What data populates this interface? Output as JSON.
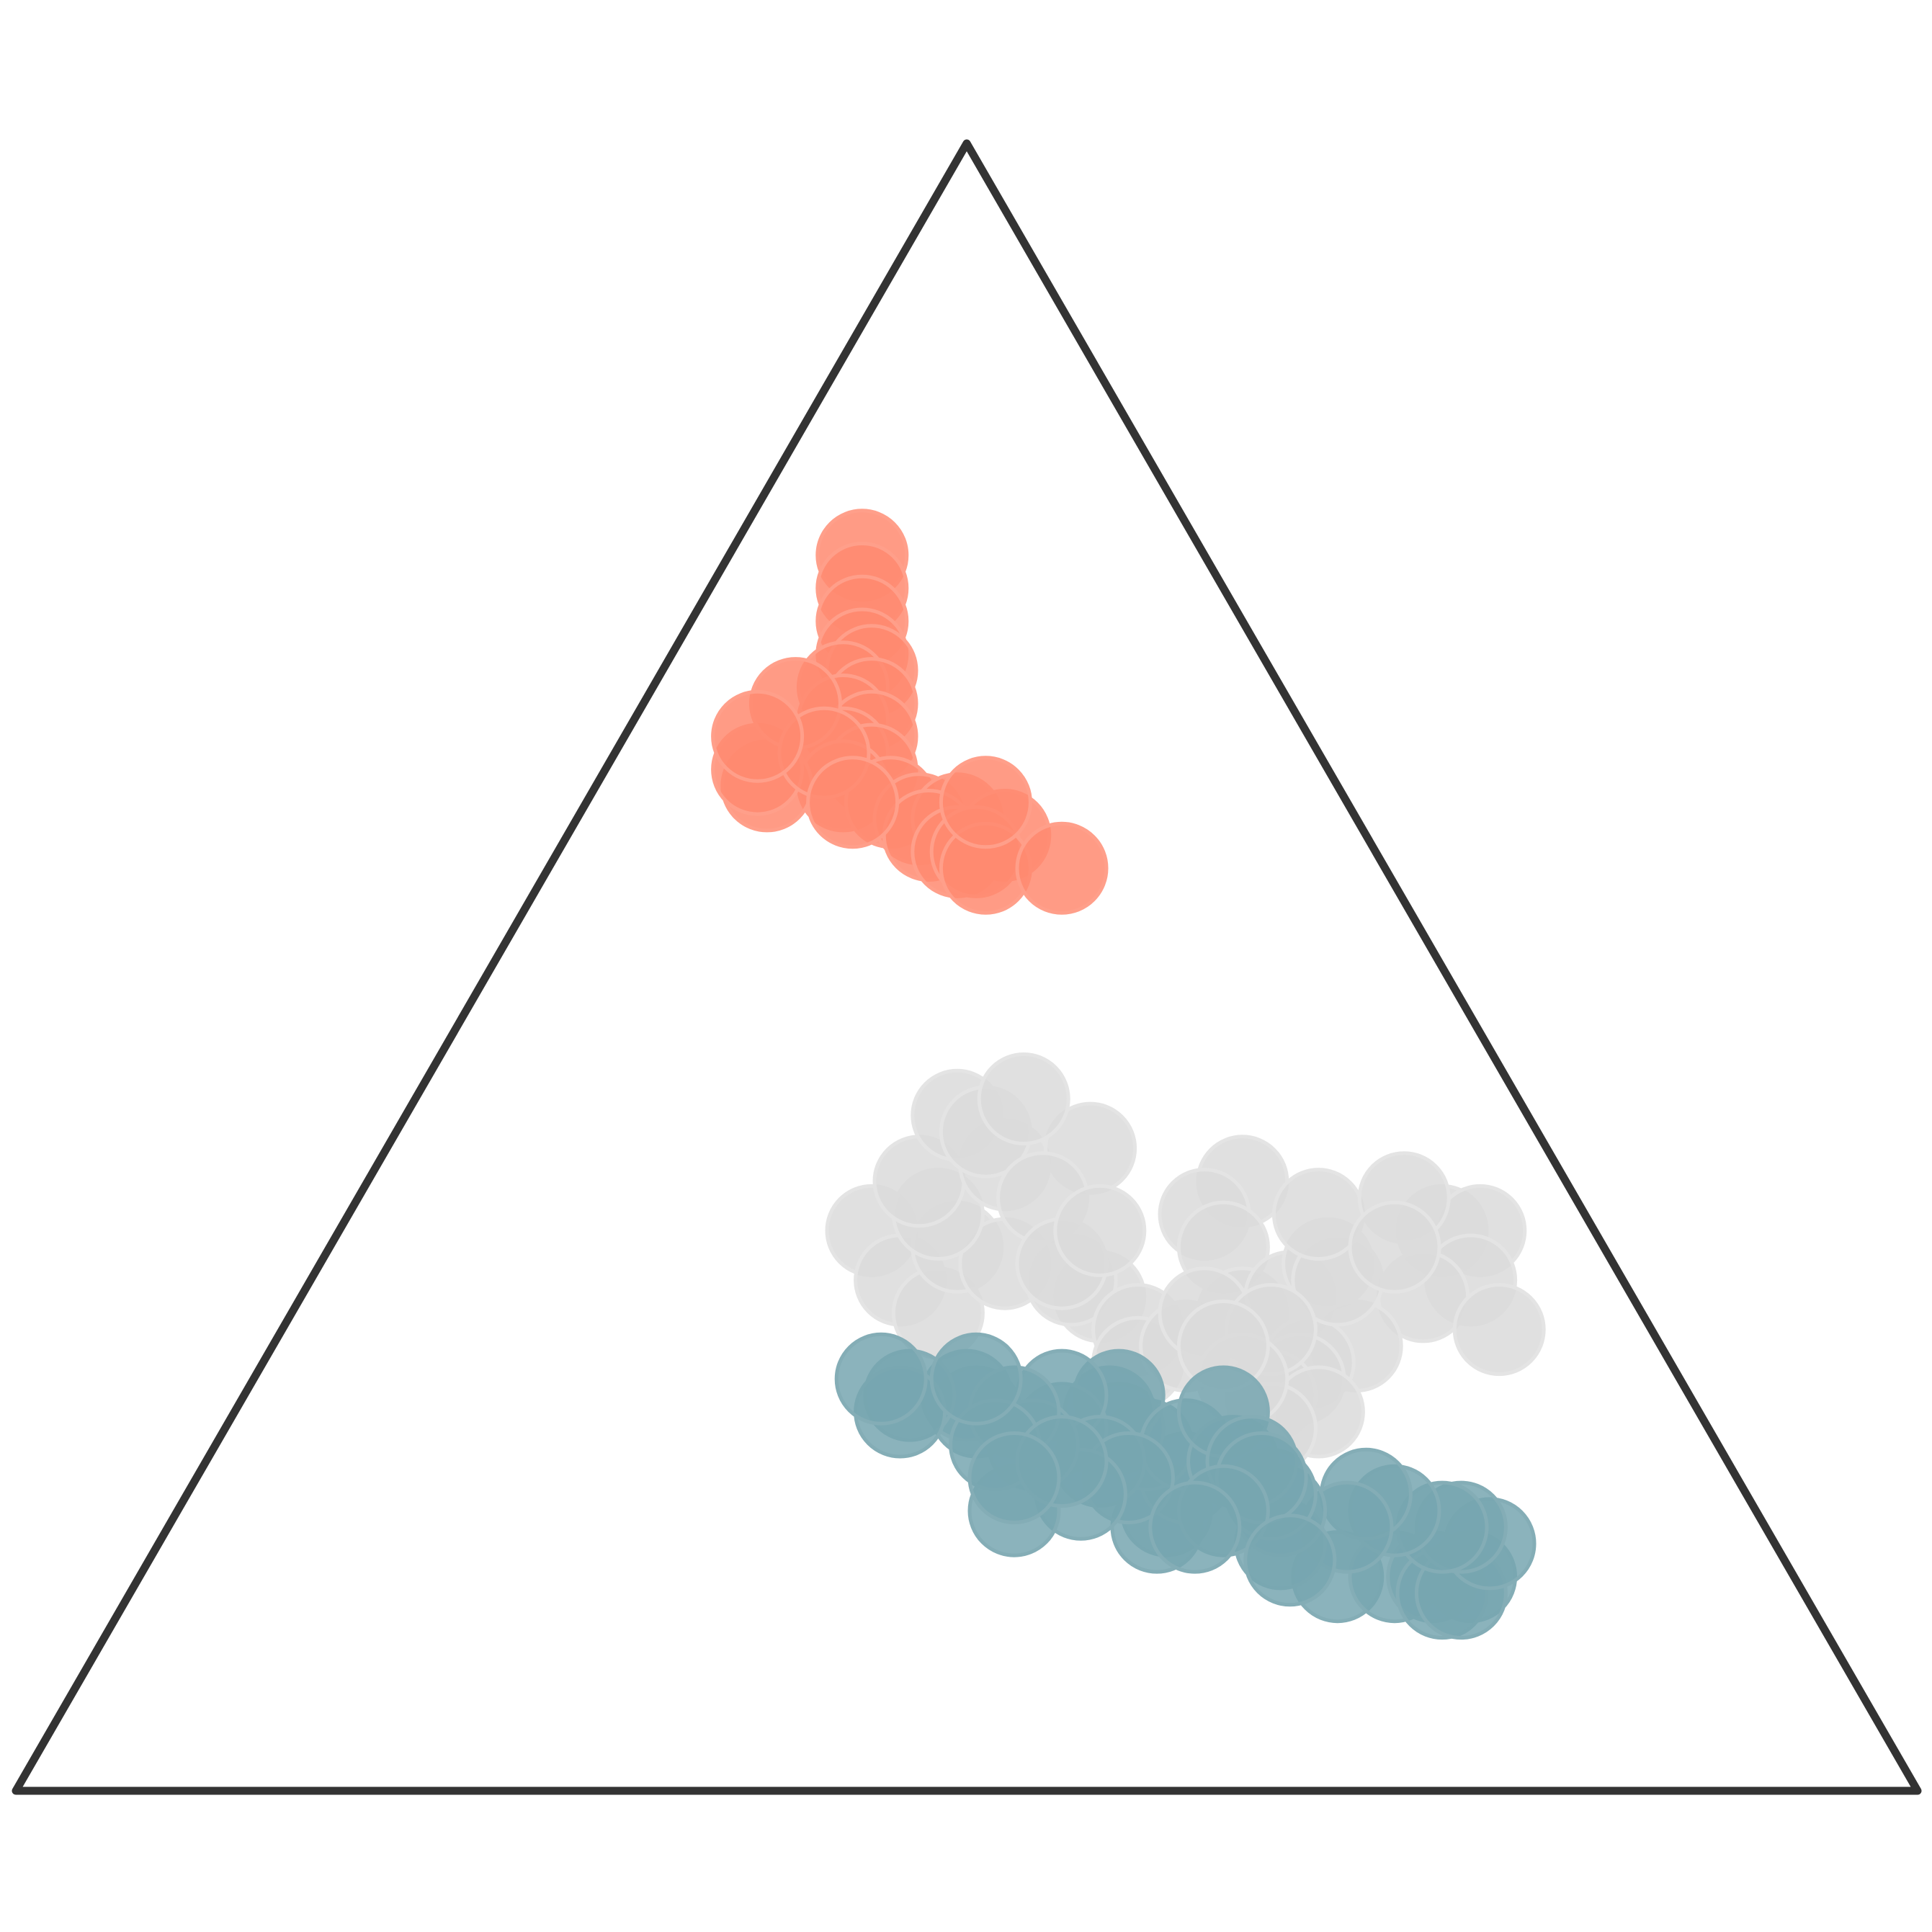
{
  "chart_data": {
    "type": "scatter",
    "subtype": "ternary",
    "title": "",
    "axis_labels": [],
    "frame_color": "#333333",
    "background": "#ffffff",
    "grid": false,
    "legend": "none",
    "series": [
      {
        "color": "#ff8a70",
        "stroke": "#ff9f8a",
        "points": [
          [
            0.75,
            0.07
          ],
          [
            0.73,
            0.08
          ],
          [
            0.71,
            0.09
          ],
          [
            0.69,
            0.1
          ],
          [
            0.68,
            0.11
          ],
          [
            0.67,
            0.1
          ],
          [
            0.66,
            0.12
          ],
          [
            0.65,
            0.11
          ],
          [
            0.64,
            0.13
          ],
          [
            0.63,
            0.12
          ],
          [
            0.62,
            0.14
          ],
          [
            0.61,
            0.13
          ],
          [
            0.6,
            0.16
          ],
          [
            0.59,
            0.18
          ],
          [
            0.61,
            0.09
          ],
          [
            0.62,
            0.08
          ],
          [
            0.59,
            0.2
          ],
          [
            0.58,
            0.19
          ],
          [
            0.57,
            0.21
          ],
          [
            0.58,
            0.23
          ],
          [
            0.57,
            0.22
          ],
          [
            0.56,
            0.23
          ],
          [
            0.6,
            0.21
          ],
          [
            0.56,
            0.27
          ],
          [
            0.66,
            0.08
          ],
          [
            0.63,
            0.11
          ],
          [
            0.6,
            0.14
          ],
          [
            0.64,
            0.07
          ]
        ]
      },
      {
        "color": "#dadada",
        "stroke": "#e4e4e4",
        "points": [
          [
            0.34,
            0.28
          ],
          [
            0.31,
            0.31
          ],
          [
            0.29,
            0.34
          ],
          [
            0.33,
            0.33
          ],
          [
            0.32,
            0.36
          ],
          [
            0.35,
            0.31
          ],
          [
            0.37,
            0.29
          ],
          [
            0.38,
            0.33
          ],
          [
            0.39,
            0.37
          ],
          [
            0.41,
            0.29
          ],
          [
            0.4,
            0.31
          ],
          [
            0.42,
            0.32
          ],
          [
            0.36,
            0.36
          ],
          [
            0.3,
            0.42
          ],
          [
            0.31,
            0.4
          ],
          [
            0.32,
            0.39
          ],
          [
            0.34,
            0.4
          ],
          [
            0.37,
            0.46
          ],
          [
            0.35,
            0.45
          ],
          [
            0.33,
            0.47
          ],
          [
            0.28,
            0.45
          ],
          [
            0.26,
            0.46
          ],
          [
            0.27,
            0.48
          ],
          [
            0.29,
            0.5
          ],
          [
            0.3,
            0.52
          ],
          [
            0.32,
            0.53
          ],
          [
            0.34,
            0.58
          ],
          [
            0.34,
            0.6
          ],
          [
            0.31,
            0.61
          ],
          [
            0.3,
            0.59
          ],
          [
            0.27,
            0.57
          ],
          [
            0.26,
            0.55
          ],
          [
            0.25,
            0.55
          ],
          [
            0.24,
            0.54
          ],
          [
            0.23,
            0.57
          ],
          [
            0.22,
            0.55
          ],
          [
            0.28,
            0.64
          ],
          [
            0.31,
            0.54
          ],
          [
            0.29,
            0.48
          ],
          [
            0.35,
            0.51
          ],
          [
            0.28,
            0.52
          ],
          [
            0.36,
            0.55
          ],
          [
            0.33,
            0.56
          ],
          [
            0.25,
            0.52
          ],
          [
            0.27,
            0.5
          ]
        ]
      },
      {
        "color": "#77a6b0",
        "stroke": "#84adb6",
        "points": [
          [
            0.13,
            0.63
          ],
          [
            0.13,
            0.66
          ],
          [
            0.13,
            0.68
          ],
          [
            0.13,
            0.7
          ],
          [
            0.12,
            0.69
          ],
          [
            0.12,
            0.7
          ],
          [
            0.15,
            0.7
          ],
          [
            0.16,
            0.68
          ],
          [
            0.16,
            0.67
          ],
          [
            0.17,
            0.64
          ],
          [
            0.18,
            0.62
          ],
          [
            0.16,
            0.62
          ],
          [
            0.15,
            0.59
          ],
          [
            0.17,
            0.58
          ],
          [
            0.18,
            0.57
          ],
          [
            0.17,
            0.52
          ],
          [
            0.16,
            0.52
          ],
          [
            0.19,
            0.52
          ],
          [
            0.21,
            0.49
          ],
          [
            0.22,
            0.47
          ],
          [
            0.23,
            0.46
          ],
          [
            0.24,
            0.46
          ],
          [
            0.21,
            0.51
          ],
          [
            0.2,
            0.54
          ],
          [
            0.23,
            0.52
          ],
          [
            0.2,
            0.55
          ],
          [
            0.19,
            0.56
          ],
          [
            0.17,
            0.55
          ],
          [
            0.22,
            0.44
          ],
          [
            0.24,
            0.43
          ],
          [
            0.23,
            0.39
          ],
          [
            0.24,
            0.38
          ],
          [
            0.2,
            0.47
          ],
          [
            0.19,
            0.49
          ],
          [
            0.18,
            0.47
          ],
          [
            0.24,
            0.35
          ],
          [
            0.23,
            0.35
          ],
          [
            0.21,
            0.43
          ],
          [
            0.23,
            0.41
          ],
          [
            0.17,
            0.44
          ],
          [
            0.21,
            0.41
          ],
          [
            0.25,
            0.38
          ],
          [
            0.16,
            0.54
          ],
          [
            0.14,
            0.6
          ],
          [
            0.2,
            0.45
          ],
          [
            0.19,
            0.43
          ],
          [
            0.25,
            0.33
          ]
        ]
      }
    ]
  }
}
